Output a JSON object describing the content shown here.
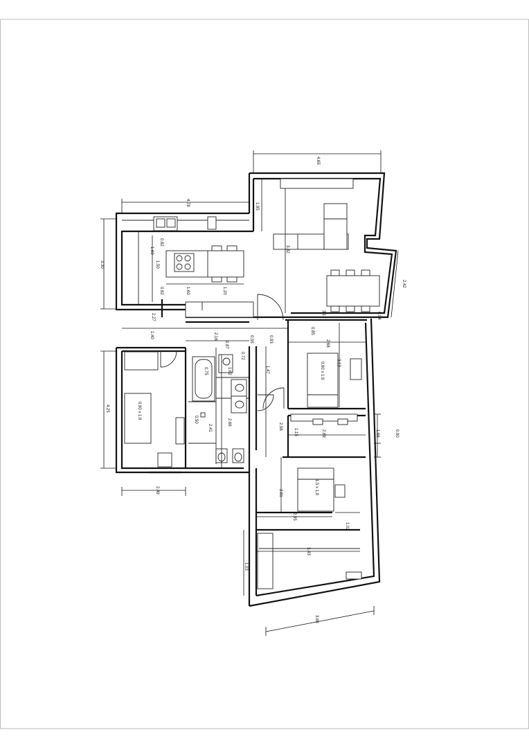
{
  "plan": {
    "dims": {
      "d_465": "4.65",
      "d_478": "4.78",
      "d_195": "1.95",
      "d_330": "3.30",
      "d_382": "3.82",
      "d_020": "0.82",
      "d_160a": "1.60",
      "d_160b": "1.60",
      "d_150": "1.50",
      "d_120": "1.20",
      "d_082": "0.82",
      "d_227": "2.27",
      "d_140": "1.40",
      "d_216": "2.16",
      "d_087": "0.87",
      "d_055": "0.55",
      "d_093": "0.93",
      "d_317": "3.17",
      "d_094": "0.94",
      "d_242": "2.42",
      "d_268": "2.68",
      "d_313": "3.13",
      "d_425": "4.25",
      "d_075": "0.75",
      "d_072": "0.72",
      "d_162": "1.62",
      "d_147": "1.47",
      "d_085": "0.85",
      "d_266": "2.66",
      "d_241": "2.41",
      "d_050": "0.50",
      "d_258": "2.58",
      "d_115": "1.15",
      "d_269": "2.69",
      "d_166": "1.66",
      "d_090": "0.90",
      "d_249": "2.49",
      "d_281": "2.81",
      "d_295": "2.95",
      "d_102": "1.02",
      "d_343": "3.43",
      "d_389": "3.89",
      "d_103": "1.03"
    },
    "beds": {
      "bed1": "0.90 x 1.9",
      "bed2": "0.90 x 1.9",
      "bed3": "1.5 x 1.9"
    }
  }
}
